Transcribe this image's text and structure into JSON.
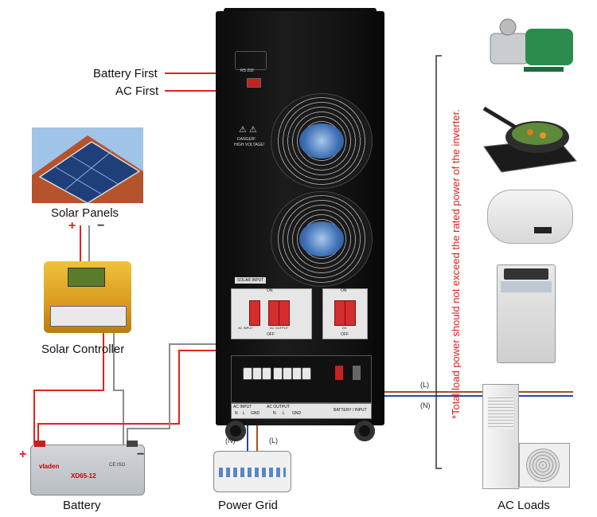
{
  "labels": {
    "battery_first": "Battery First",
    "ac_first": "AC First",
    "solar_panels": "Solar Panels",
    "solar_controller": "Solar Controller",
    "battery": "Battery",
    "power_grid": "Power Grid",
    "ac_loads": "AC Loads",
    "plus_panels": "+",
    "minus_panels": "−",
    "plus_battery": "+",
    "minus_battery": "−",
    "line_l_top": "(L)",
    "neutral_n_top": "(N)",
    "neutral_n_grid": "(N)",
    "line_l_grid": "(L)",
    "warning": "*Total load power should not exceed the rated power of the inverter."
  },
  "inverter_labels": {
    "rs232": "RS 232",
    "danger": "DANGER!",
    "high_voltage": "HIGH VOLTAGE!",
    "solar_input": "SOLAR INPUT",
    "on_left": "ON",
    "on_right": "ON",
    "ac_input_sw": "AC INPUT",
    "ac_output_sw": "AC OUTPUT",
    "dc_sw": "DC",
    "off_left": "OFF",
    "off_right": "OFF",
    "ac_input_term": "AC INPUT",
    "ac_output_term": "AC OUTPUT",
    "battery_input_term": "BATTERY / INPUT",
    "n1": "N",
    "l1": "L",
    "gnd1": "GND",
    "n2": "N",
    "l2": "L",
    "gnd2": "GND"
  },
  "device_labels": {
    "battery_brand": "vladen",
    "battery_model": "XD65-12",
    "battery_cert": "CE ISO"
  },
  "colors": {
    "red_wire": "#e0231f",
    "gray_wire": "#8c8c8c",
    "blue_wire": "#2745a8",
    "brown_wire": "#a0521e",
    "warning_text": "#d81e1e"
  }
}
